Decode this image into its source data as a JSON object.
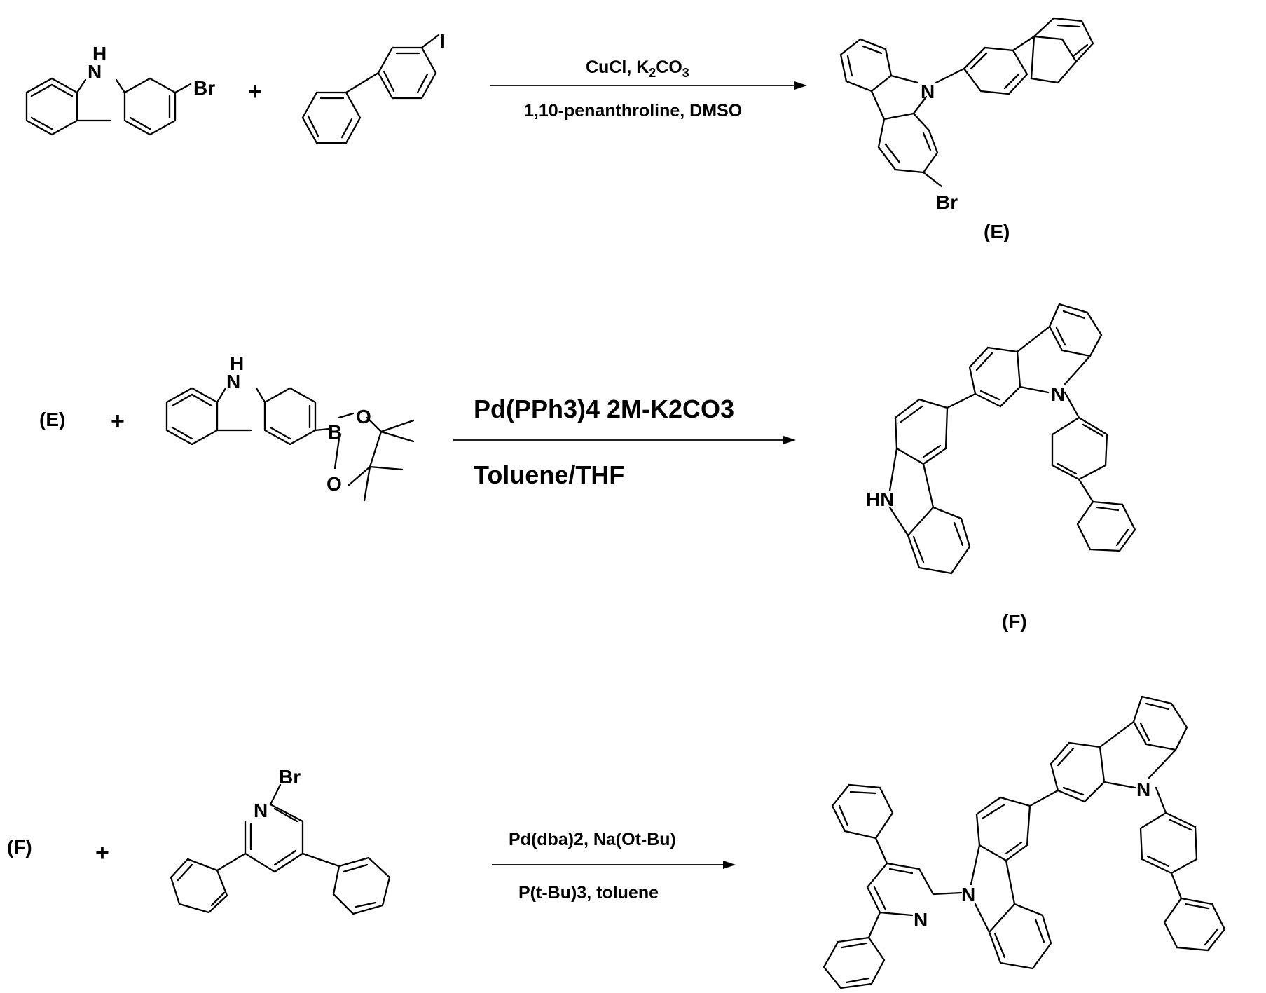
{
  "reaction_1": {
    "reagent_line_1": {
      "a": "CuCl, K",
      "b": "2",
      "c": "CO",
      "d": "3"
    },
    "reagent_line_2": "1,10-penanthroline, DMSO",
    "product_label": "(E)"
  },
  "reaction_2": {
    "start_label": "(E)",
    "reagent_line_1": "Pd(PPh3)4 2M-K2CO3",
    "reagent_line_2": "Toluene/THF",
    "product_label": "(F)"
  },
  "reaction_3": {
    "start_label": "(F)",
    "reagent_line_1": "Pd(dba)2, Na(Ot-Bu)",
    "reagent_line_2": "P(t-Bu)3, toluene"
  },
  "operator_plus": "+",
  "atoms": {
    "H": "H",
    "N": "N",
    "Br": "Br",
    "I": "I",
    "B": "B",
    "O": "O",
    "HN": "HN"
  }
}
